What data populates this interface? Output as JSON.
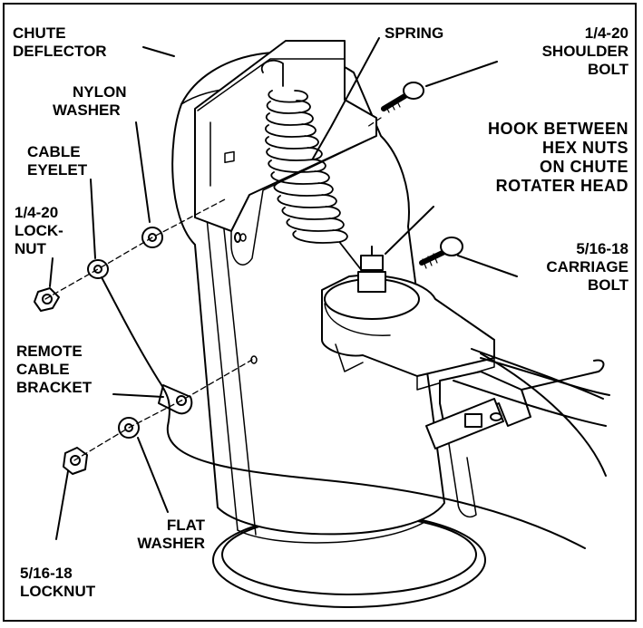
{
  "labels": {
    "chute_deflector": [
      "CHUTE",
      "DEFLECTOR"
    ],
    "spring": [
      "SPRING"
    ],
    "shoulder_bolt": [
      "1/4-20",
      "SHOULDER",
      "BOLT"
    ],
    "nylon_washer": [
      "NYLON",
      "WASHER"
    ],
    "hook_note": [
      "HOOK BETWEEN",
      "HEX NUTS",
      "ON CHUTE",
      "ROTATER HEAD"
    ],
    "cable_eyelet": [
      "CABLE",
      "EYELET"
    ],
    "locknut_quarter": [
      "1/4-20",
      "LOCK-",
      "NUT"
    ],
    "carriage_bolt": [
      "5/16-18",
      "CARRIAGE",
      "BOLT"
    ],
    "remote_cable_bracket": [
      "REMOTE",
      "CABLE",
      "BRACKET"
    ],
    "flat_washer": [
      "FLAT",
      "WASHER"
    ],
    "locknut_516": [
      "5/16-18",
      "LOCKNUT"
    ]
  }
}
